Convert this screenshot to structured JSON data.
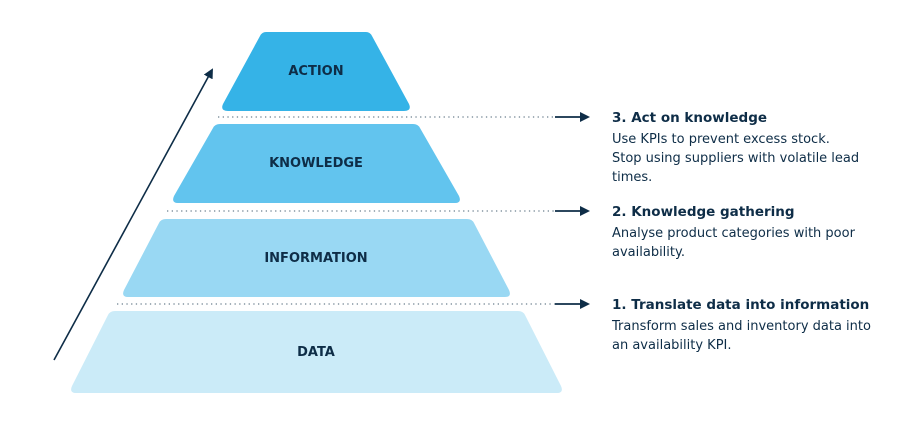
{
  "levels": [
    {
      "label": "ACTION",
      "color": "#35b3e7"
    },
    {
      "label": "KNOWLEDGE",
      "color": "#62c4ee"
    },
    {
      "label": "INFORMATION",
      "color": "#99d8f3"
    },
    {
      "label": "DATA",
      "color": "#cbebf8"
    }
  ],
  "steps": [
    {
      "title": "3. Act on knowledge",
      "lines": [
        "Use KPIs to prevent excess stock.",
        "Stop using suppliers with volatile lead times."
      ]
    },
    {
      "title": "2. Knowledge gathering",
      "lines": [
        "Analyse product categories with poor availability."
      ]
    },
    {
      "title": "1. Translate data into information",
      "lines": [
        "Transform sales and inventory data into an availability KPI."
      ]
    }
  ],
  "arrow_color": "#0e2d47"
}
